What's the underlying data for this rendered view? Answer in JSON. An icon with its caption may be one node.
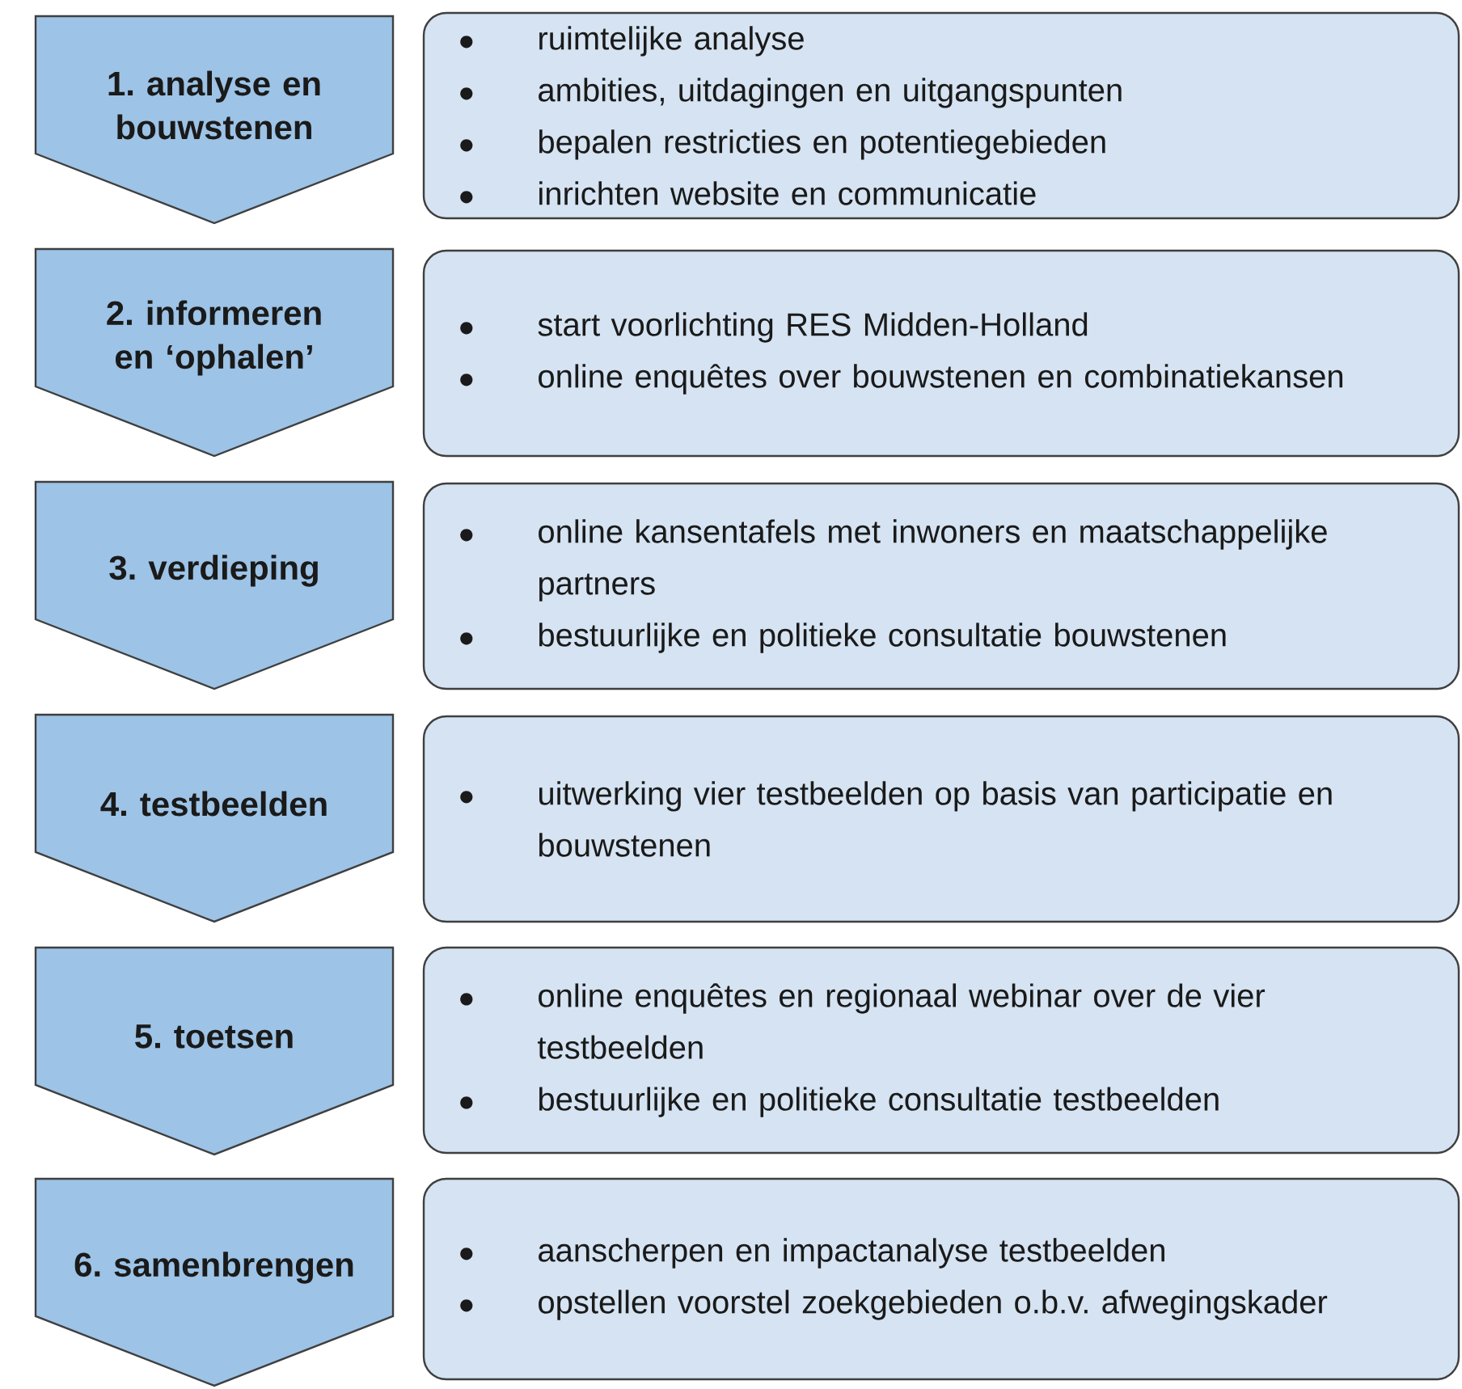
{
  "diagram": {
    "nodes": [
      {
        "text": [
          "1. analyse en bouwstenen"
        ]
      },
      {
        "text": [
          "ruimtelijke analyse",
          "ambities, uitdagingen en uitgangspunten",
          "bepalen restricties en potentiegebieden",
          "inrichten website en communicatie"
        ]
      },
      {
        "text": [
          "2. informeren en ‘ophalen’"
        ]
      },
      {
        "text": [
          "start voorlichting RES Midden-Holland",
          "online enquêtes over bouwstenen en combinatiekansen"
        ]
      },
      {
        "text": [
          "3. verdieping"
        ]
      },
      {
        "text": [
          "online kansentafels met inwoners en maatschappelijke partners",
          "bestuurlijke en politieke consultatie bouwstenen"
        ]
      },
      {
        "text": [
          "4. testbeelden"
        ]
      },
      {
        "text": [
          "uitwerking vier testbeelden op basis van participatie en bouwstenen"
        ]
      },
      {
        "text": [
          "5. toetsen"
        ]
      },
      {
        "text": [
          "online enquêtes en regionaal webinar over de vier testbeelden",
          "bestuurlijke en politieke consultatie testbeelden"
        ]
      },
      {
        "text": [
          "6. samenbrengen"
        ]
      },
      {
        "text": [
          "aanscherpen en impactanalyse testbeelden",
          "opstellen voorstel zoekgebieden o.b.v. afwegingskader"
        ]
      }
    ]
  }
}
